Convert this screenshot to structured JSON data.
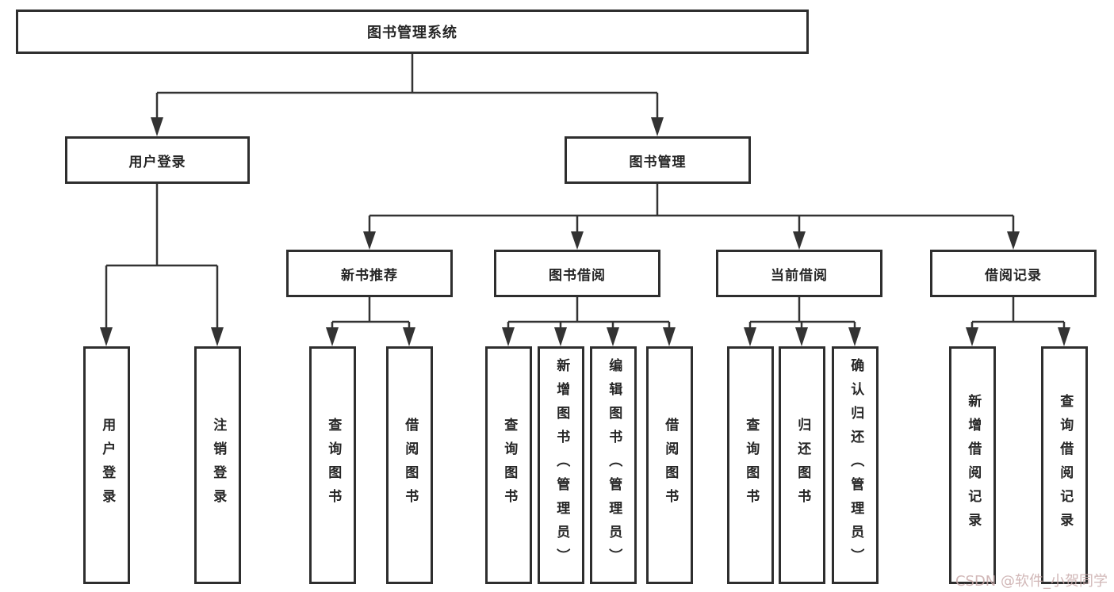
{
  "diagram": {
    "type": "tree",
    "tree": {
      "label": "图书管理系统",
      "children": [
        {
          "label": "用户登录",
          "children": [
            {
              "label": "用户登录"
            },
            {
              "label": "注销登录"
            }
          ]
        },
        {
          "label": "图书管理",
          "children": [
            {
              "label": "新书推荐",
              "children": [
                {
                  "label": "查询图书"
                },
                {
                  "label": "借阅图书"
                }
              ]
            },
            {
              "label": "图书借阅",
              "children": [
                {
                  "label": "查询图书"
                },
                {
                  "label": "新增图书（管理员）"
                },
                {
                  "label": "编辑图书（管理员）"
                },
                {
                  "label": "借阅图书"
                }
              ]
            },
            {
              "label": "当前借阅",
              "children": [
                {
                  "label": "查询图书"
                },
                {
                  "label": "归还图书"
                },
                {
                  "label": "确认归还（管理员）"
                }
              ]
            },
            {
              "label": "借阅记录",
              "children": [
                {
                  "label": "新增借阅记录"
                },
                {
                  "label": "查询借阅记录"
                }
              ]
            }
          ]
        }
      ]
    },
    "colors": {
      "line": "#333333",
      "box_border": "#2e2e2e",
      "text": "#262626",
      "background": "#ffffff",
      "watermark_text": "#c9abab"
    }
  },
  "watermark": {
    "text": "CSDN @软件_小贺同学"
  }
}
